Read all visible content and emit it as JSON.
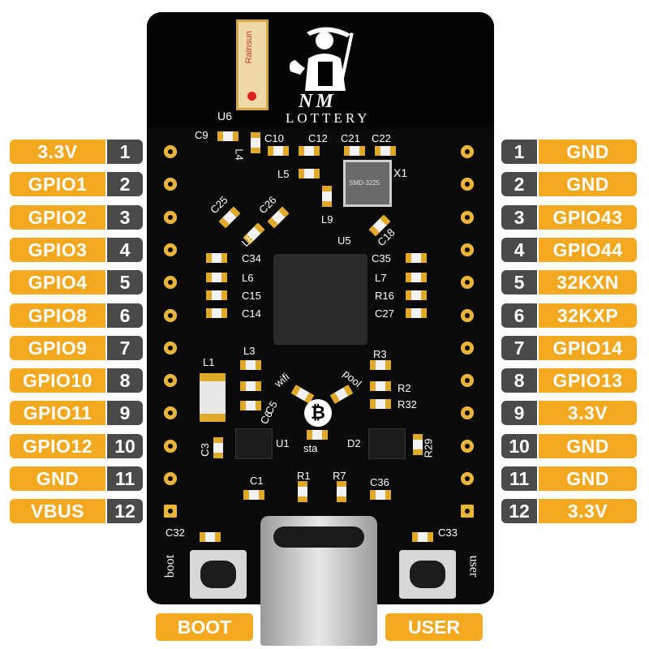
{
  "left_pins": [
    {
      "label": "3.3V",
      "num": "1"
    },
    {
      "label": "GPIO1",
      "num": "2"
    },
    {
      "label": "GPIO2",
      "num": "3"
    },
    {
      "label": "GPIO3",
      "num": "4"
    },
    {
      "label": "GPIO4",
      "num": "5"
    },
    {
      "label": "GPIO8",
      "num": "6"
    },
    {
      "label": "GPIO9",
      "num": "7"
    },
    {
      "label": "GPIO10",
      "num": "8"
    },
    {
      "label": "GPIO11",
      "num": "9"
    },
    {
      "label": "GPIO12",
      "num": "10"
    },
    {
      "label": "GND",
      "num": "11"
    },
    {
      "label": "VBUS",
      "num": "12"
    }
  ],
  "right_pins": [
    {
      "label": "GND",
      "num": "1"
    },
    {
      "label": "GND",
      "num": "2"
    },
    {
      "label": "GPIO43",
      "num": "3"
    },
    {
      "label": "GPIO44",
      "num": "4"
    },
    {
      "label": "32KXN",
      "num": "5"
    },
    {
      "label": "32KXP",
      "num": "6"
    },
    {
      "label": "GPIO14",
      "num": "7"
    },
    {
      "label": "GPIO13",
      "num": "8"
    },
    {
      "label": "3.3V",
      "num": "9"
    },
    {
      "label": "GND",
      "num": "10"
    },
    {
      "label": "GND",
      "num": "11"
    },
    {
      "label": "3.3V",
      "num": "12"
    }
  ],
  "buttons": {
    "boot_label": "BOOT",
    "user_label": "USER"
  },
  "logo": {
    "title": "NM",
    "subtitle": "LOTTERY"
  },
  "antenna": {
    "brand": "Rainsun",
    "ref": "U6"
  },
  "crystal": {
    "ref": "X1",
    "marking": "SMD-3225"
  },
  "silkscreen": {
    "c9": "C9",
    "l4": "L4",
    "c10": "C10",
    "c12": "C12",
    "c21": "C21",
    "c22": "C22",
    "l5": "L5",
    "l9": "L9",
    "c25": "C25",
    "c26": "C26",
    "l8": "L8",
    "u5": "U5",
    "c18": "C18",
    "c34": "C34",
    "c35": "C35",
    "l6": "L6",
    "l7": "L7",
    "c15": "C15",
    "r16": "R16",
    "c14": "C14",
    "c27": "C27",
    "l1": "L1",
    "l3": "L3",
    "r3": "R3",
    "wifi": "wifi",
    "pool": "pool",
    "r2": "R2",
    "r32": "R32",
    "c5": "C5",
    "c6": "C6",
    "c3": "C3",
    "u1": "U1",
    "d2": "D2",
    "r29": "R29",
    "sta": "sta",
    "c1": "C1",
    "r1": "R1",
    "r7": "R7",
    "c36": "C36",
    "c32": "C32",
    "c33": "C33",
    "boot": "boot",
    "user": "user"
  },
  "colors": {
    "accent": "#f2a91f",
    "pin_number_bg": "#4a4a4a",
    "board": "#0a0a0a"
  }
}
